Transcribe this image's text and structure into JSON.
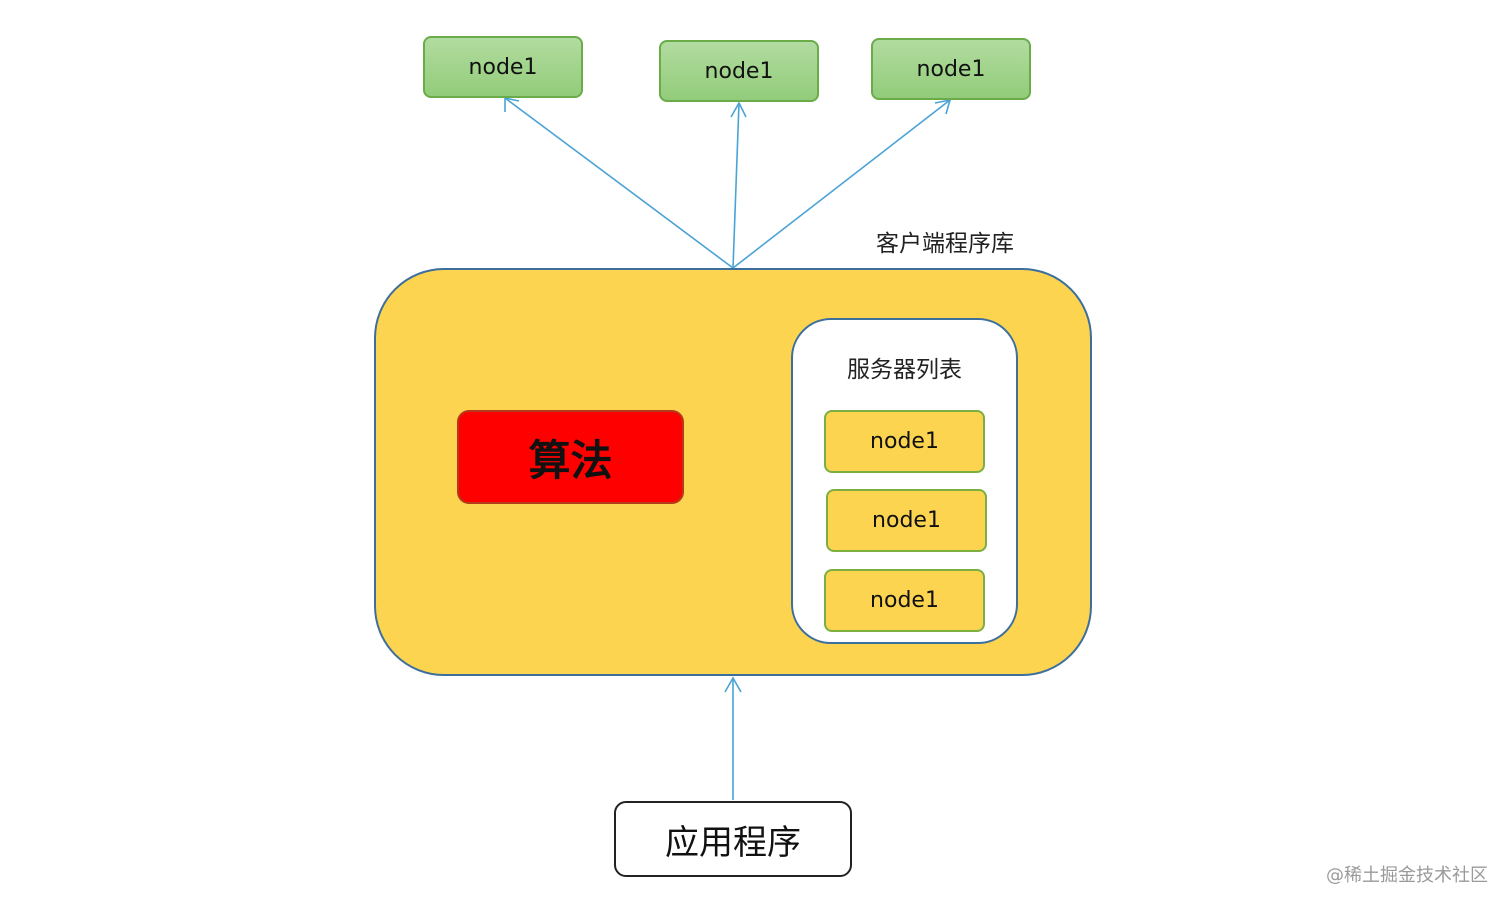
{
  "top_nodes": [
    "node1",
    "node1",
    "node1"
  ],
  "client_library": {
    "label": "客户端程序库",
    "algorithm": "算法",
    "server_list": {
      "title": "服务器列表",
      "nodes": [
        "node1",
        "node1",
        "node1"
      ]
    }
  },
  "application": "应用程序",
  "watermark": "@稀土掘金技术社区",
  "colors": {
    "green_node": "#9fd48a",
    "client_fill": "#fcd450",
    "algorithm_fill": "#ff0000",
    "arrow": "#4aa3d6"
  }
}
